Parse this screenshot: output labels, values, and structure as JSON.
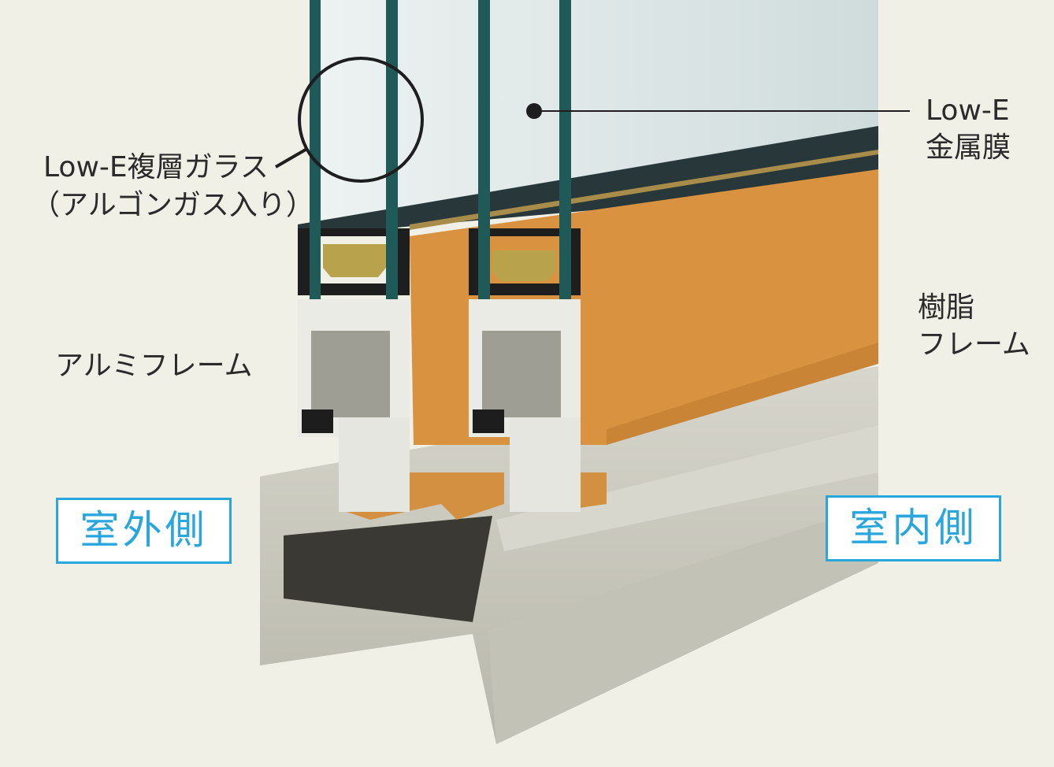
{
  "labels": {
    "glass_line1": "Low-E複層ガラス",
    "glass_line2": "（アルゴンガス入り）",
    "lowe_line1": "Low-E",
    "lowe_line2": "金属膜",
    "resin_line1": "樹脂",
    "resin_line2": "フレーム",
    "aluminum_frame": "アルミフレーム",
    "outdoor_side": "室外側",
    "indoor_side": "室内側"
  },
  "colors": {
    "accent": "#2aa6df",
    "resin": "#d9923f",
    "glass_edge": "#1f5a58",
    "aluminum": "#cbcabf"
  }
}
